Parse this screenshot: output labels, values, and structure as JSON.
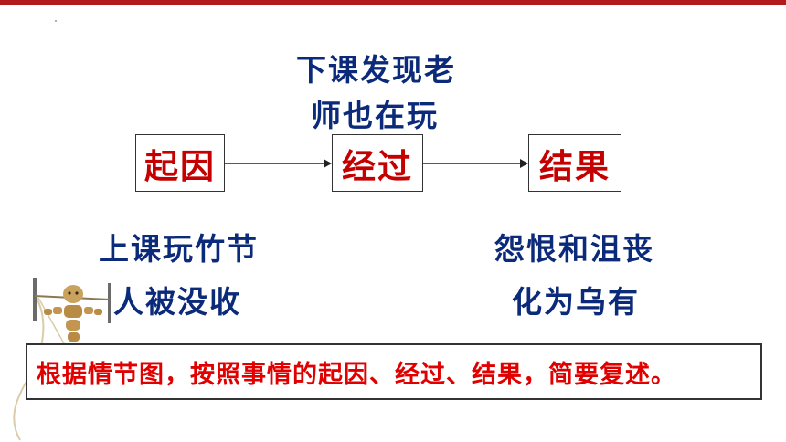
{
  "slide": {
    "middle_top_lines": [
      "下课发现老",
      "师也在玩"
    ],
    "boxes": [
      "起因",
      "经过",
      "结果"
    ],
    "left_lines": [
      "上课玩竹节",
      "人被没收"
    ],
    "right_lines": [
      "怨恨和沮丧",
      "化为乌有"
    ],
    "instruction": "根据情节图，按照事情的起因、经过、结果，简要复述。"
  },
  "colors": {
    "accent_red": "#c40000",
    "text_blue": "#0b2a7a",
    "instruction_red": "#e00000"
  },
  "icons": {
    "puppet": "bamboo-puppet-icon"
  }
}
